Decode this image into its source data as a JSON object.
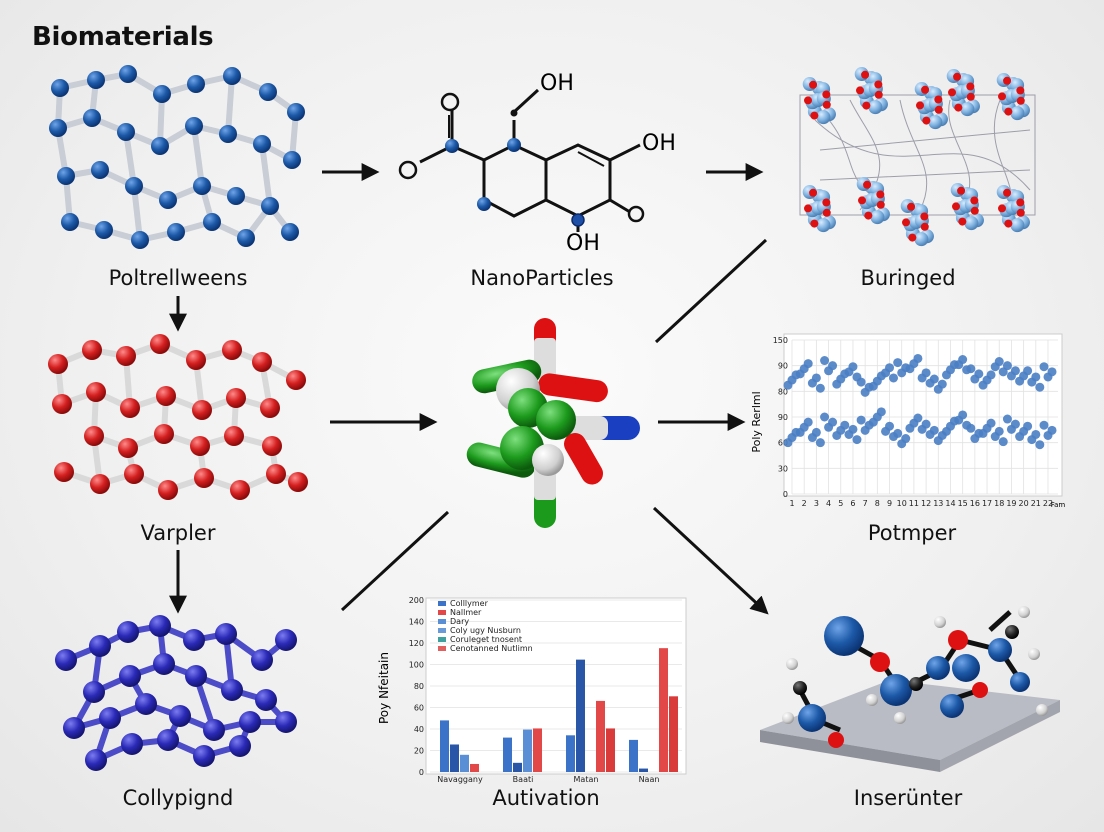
{
  "title": "Biomaterials",
  "nodes": {
    "polymers": "Poltrellweens",
    "nanoparticles": "NanoParticles",
    "hydrogels": "Buringed",
    "ceramics": "Varpler",
    "composites": "Collypignd",
    "scaffold": "Potmper",
    "activation": "Autivation",
    "interface": "Inserünter"
  },
  "molecule_labels": {
    "oh_top": "OH",
    "oh_right": "OH",
    "oh_bottom": "OH"
  },
  "scatter_chart": {
    "chart_data": {
      "type": "scatter",
      "title": "",
      "xlabel": "",
      "ylabel": "Poly Rerlml",
      "y_ticks": [
        "0",
        "30",
        "60",
        "90",
        "80",
        "90",
        "150"
      ],
      "x_ticks": [
        "1",
        "2",
        "3",
        "4",
        "5",
        "6",
        "7",
        "8",
        "9",
        "10",
        "11",
        "12",
        "13",
        "14",
        "15",
        "16",
        "17",
        "18",
        "19",
        "20",
        "21",
        "22"
      ],
      "x_end_label": "Fam",
      "series": [
        {
          "values": [
            [
              1,
              116
            ],
            [
              2,
              122
            ],
            [
              3,
              108
            ],
            [
              4,
              125
            ],
            [
              5,
              112
            ],
            [
              6,
              119
            ],
            [
              7,
              104
            ],
            [
              8,
              110
            ],
            [
              9,
              118
            ],
            [
              10,
              123
            ],
            [
              11,
              127
            ],
            [
              12,
              113
            ],
            [
              13,
              107
            ],
            [
              14,
              121
            ],
            [
              15,
              126
            ],
            [
              16,
              117
            ],
            [
              17,
              111
            ],
            [
              18,
              124
            ],
            [
              19,
              120
            ],
            [
              20,
              115
            ],
            [
              21,
              109
            ],
            [
              22,
              119
            ]
          ]
        },
        {
          "values": [
            [
              1,
              60
            ],
            [
              2,
              65
            ],
            [
              3,
              55
            ],
            [
              4,
              70
            ],
            [
              5,
              62
            ],
            [
              6,
              58
            ],
            [
              7,
              67
            ],
            [
              8,
              75
            ],
            [
              9,
              61
            ],
            [
              10,
              54
            ],
            [
              11,
              69
            ],
            [
              12,
              63
            ],
            [
              13,
              57
            ],
            [
              14,
              66
            ],
            [
              15,
              72
            ],
            [
              16,
              59
            ],
            [
              17,
              64
            ],
            [
              18,
              56
            ],
            [
              19,
              68
            ],
            [
              20,
              61
            ],
            [
              21,
              53
            ],
            [
              22,
              62
            ]
          ]
        }
      ],
      "color": "#4a7ec4",
      "ylim": [
        0,
        150
      ]
    }
  },
  "bar_chart": {
    "chart_data": {
      "type": "bar",
      "title": "",
      "xlabel": "",
      "ylabel": "Poy Nfeitain",
      "categories": [
        "Navaggany",
        "Baati",
        "Matan",
        "Naan"
      ],
      "legend": [
        "Colllymer",
        "Nallmer",
        "Dary",
        "Coly ugy Nusburn",
        "Coruleget tnosent",
        "Cenotanned Nutlimn"
      ],
      "series": [
        {
          "color": "#3b73c8",
          "values": [
            45,
            30,
            32,
            28
          ]
        },
        {
          "color": "#2a56a8",
          "values": [
            24,
            8,
            98,
            3
          ]
        },
        {
          "color": "#5a8fd6",
          "values": [
            15,
            37,
            0,
            0
          ]
        },
        {
          "color": "#e34848",
          "values": [
            7,
            38,
            62,
            108
          ]
        },
        {
          "color": "#d93a3a",
          "values": [
            0,
            0,
            38,
            66
          ]
        }
      ],
      "y_ticks": [
        "0",
        "20",
        "40",
        "60",
        "80",
        "100",
        "120",
        "140",
        "200"
      ],
      "ylim": [
        0,
        140
      ]
    }
  }
}
